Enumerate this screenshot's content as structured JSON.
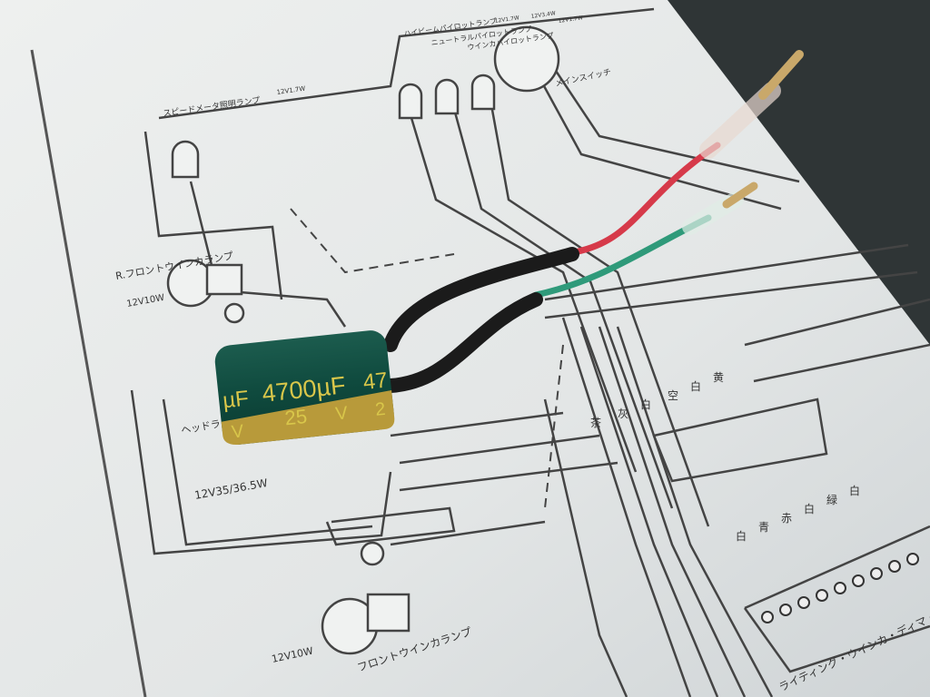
{
  "diagram": {
    "speedometer_lamp": "スピードメータ照明ランプ",
    "speedometer_lamp_spec": "12V1.7W",
    "high_beam_pilot": "ハイビームパイロットランプ",
    "high_beam_pilot_spec": "12V1.7W",
    "neutral_pilot": "ニュートラルパイロットランプ",
    "neutral_pilot_spec": "12V3.4W",
    "winker_pilot": "ウインカパイロットランプ",
    "winker_pilot_spec": "12V1.7W",
    "main_switch": "メインスイッチ",
    "r_front_winker": "R.フロントウインカランプ",
    "r_front_winker_spec": "12V10W",
    "headlight": "ヘッドラ",
    "headlight_spec": "12V35/36.5W",
    "l_front_winker": "フロントウインカランプ",
    "l_front_winker_spec": "12V10W",
    "handle_switch": "ライティング・ウインカ・ディマ・ホ",
    "wire_colors": [
      "茶",
      "灰",
      "白",
      "空",
      "白",
      "黄",
      "白",
      "青",
      "赤",
      "白",
      "緑",
      "白"
    ]
  },
  "capacitor": {
    "capacitance": "4700µF",
    "capacitance_left": "µF",
    "capacitance_right": "47",
    "voltage": "25",
    "voltage_unit": "V",
    "voltage_right": "2",
    "body_color": "#0f4a3e",
    "stripe_color": "#b89a3a"
  },
  "wires": {
    "red": "#d63a4a",
    "green": "#2f9a7a",
    "black": "#1b1b1b"
  }
}
